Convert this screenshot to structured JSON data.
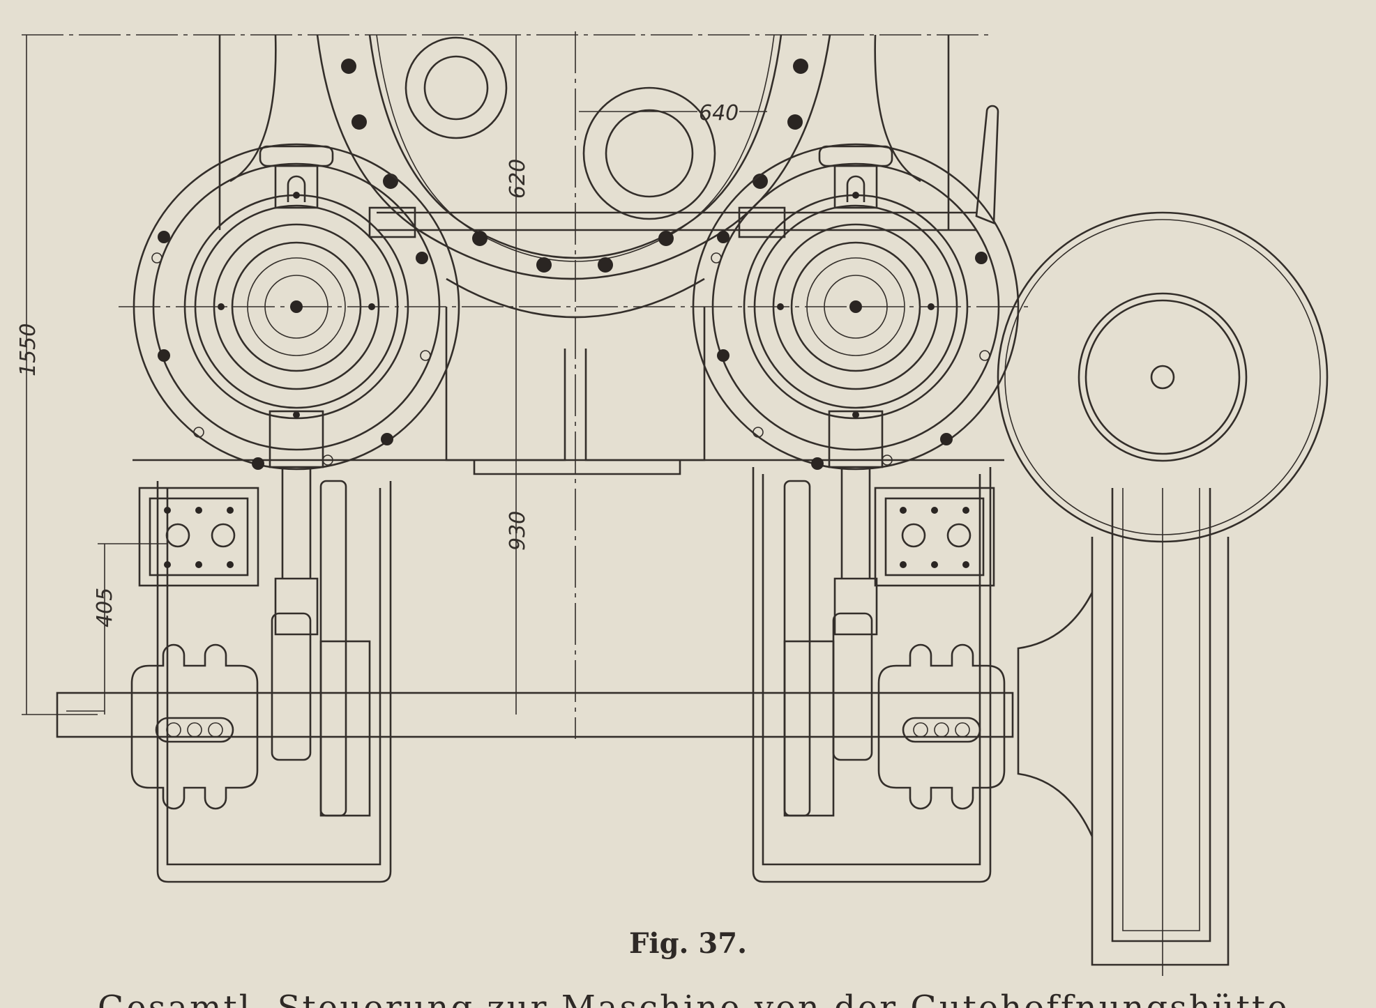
{
  "figure": {
    "caption": "Fig. 37.",
    "dimensions": {
      "overall_height": "1550",
      "flange_spacing": "640",
      "upper_offset": "620",
      "lower_offset": "930",
      "shaft_offset": "405"
    }
  },
  "body_text": "Gesamtl. Steuerung zur Maschine von der Gutehoffnungshütte",
  "colors": {
    "paper": "#e4dfd1",
    "ink": "#332e2a"
  }
}
